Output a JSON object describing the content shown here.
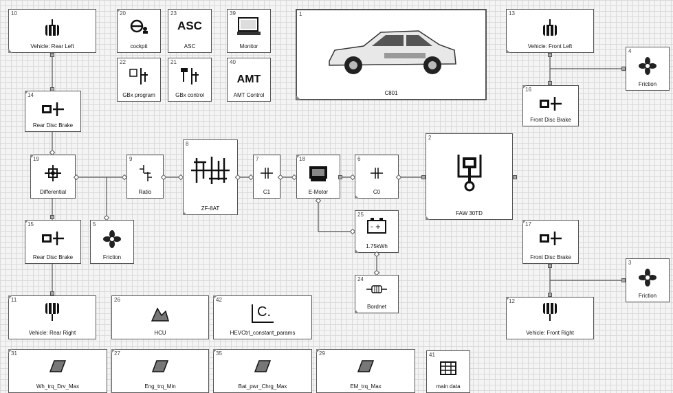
{
  "blocks": [
    {
      "num": "10",
      "label": "Vehicle: Rear Left",
      "icon": "wheel-icon"
    },
    {
      "num": "20",
      "label": "cockpit",
      "icon": "steering-icon"
    },
    {
      "num": "23",
      "label": "ASC",
      "icon": "asc-icon",
      "icon_text": "ASC"
    },
    {
      "num": "39",
      "label": "Monitor",
      "icon": "monitor-icon"
    },
    {
      "num": "1",
      "label": "C801",
      "icon": "car-icon"
    },
    {
      "num": "13",
      "label": "Vehicle: Front Left",
      "icon": "wheel-icon"
    },
    {
      "num": "4",
      "label": "Friction",
      "icon": "fan-icon"
    },
    {
      "num": "22",
      "label": "GBx program",
      "icon": "gearbox-program-icon"
    },
    {
      "num": "21",
      "label": "GBx control",
      "icon": "gearbox-control-icon"
    },
    {
      "num": "40",
      "label": "AMT Control",
      "icon": "amt-icon",
      "icon_text": "AMT"
    },
    {
      "num": "14",
      "label": "Rear Disc Brake",
      "icon": "brake-icon"
    },
    {
      "num": "16",
      "label": "Front Disc Brake",
      "icon": "brake-icon"
    },
    {
      "num": "19",
      "label": "Differential",
      "icon": "differential-icon"
    },
    {
      "num": "9",
      "label": "Ratio",
      "icon": "ratio-icon"
    },
    {
      "num": "8",
      "label": "ZF-8AT",
      "icon": "transmission-icon"
    },
    {
      "num": "7",
      "label": "C1",
      "icon": "clutch-icon"
    },
    {
      "num": "18",
      "label": "E-Motor",
      "icon": "motor-icon"
    },
    {
      "num": "6",
      "label": "C0",
      "icon": "clutch-icon"
    },
    {
      "num": "2",
      "label": "FAW 30TD",
      "icon": "engine-icon"
    },
    {
      "num": "25",
      "label": "1.75kWh",
      "icon": "battery-icon"
    },
    {
      "num": "15",
      "label": "Rear Disc Brake",
      "icon": "brake-icon"
    },
    {
      "num": "5",
      "label": "Friction",
      "icon": "fan-icon"
    },
    {
      "num": "17",
      "label": "Front Disc Brake",
      "icon": "brake-icon"
    },
    {
      "num": "3",
      "label": "Friction",
      "icon": "fan-icon"
    },
    {
      "num": "24",
      "label": "Bordnet",
      "icon": "resistor-icon"
    },
    {
      "num": "11",
      "label": "Vehicle: Rear Right",
      "icon": "wheel-icon"
    },
    {
      "num": "26",
      "label": "HCU",
      "icon": "map-icon"
    },
    {
      "num": "42",
      "label": "HEVCtrl_constant_params",
      "icon": "constant-icon",
      "icon_text": "C."
    },
    {
      "num": "12",
      "label": "Vehicle: Front Right",
      "icon": "wheel-icon"
    },
    {
      "num": "31",
      "label": "Wh_trq_Drv_Max",
      "icon": "table-map-icon"
    },
    {
      "num": "27",
      "label": "Eng_trq_Min",
      "icon": "table-map-icon"
    },
    {
      "num": "35",
      "label": "Bat_pwr_Chrg_Max",
      "icon": "table-map-icon"
    },
    {
      "num": "29",
      "label": "EM_trq_Max",
      "icon": "table-map-icon"
    },
    {
      "num": "41",
      "label": "main data",
      "icon": "data-icon"
    }
  ]
}
